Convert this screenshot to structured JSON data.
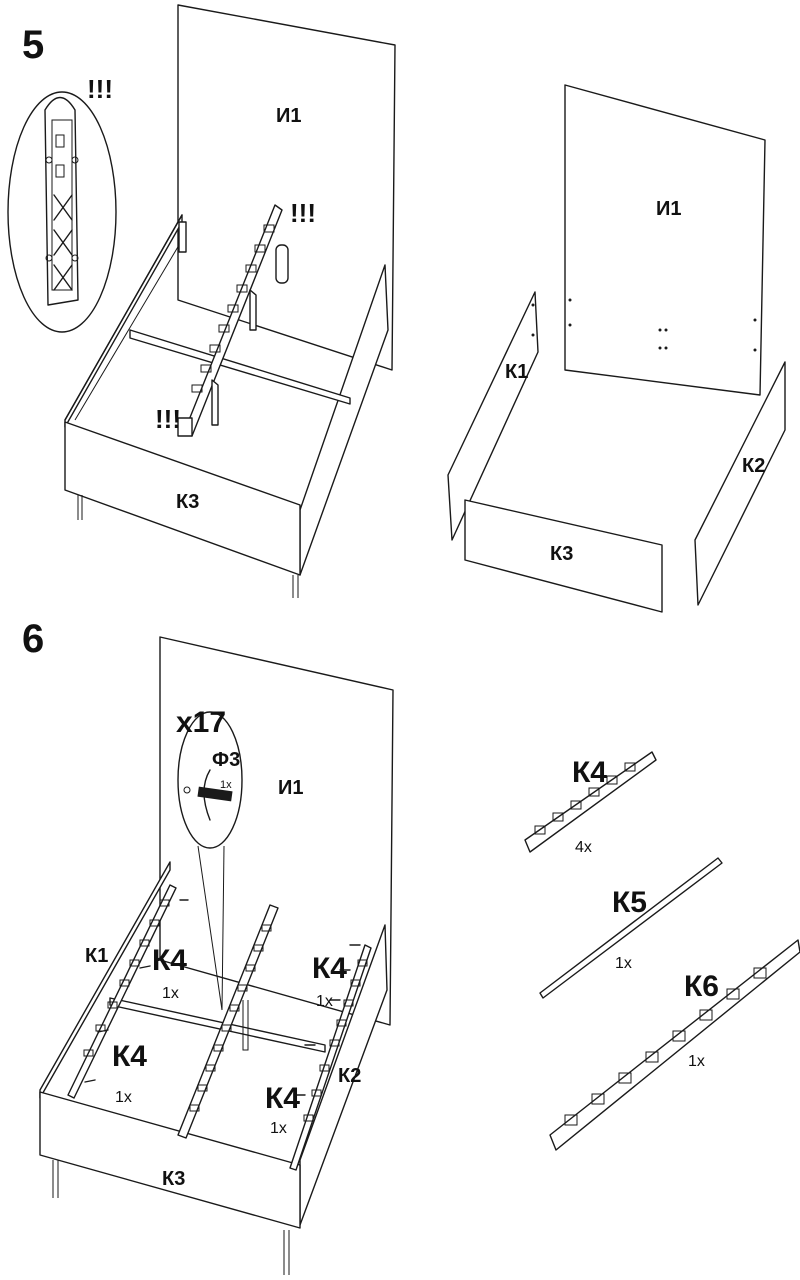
{
  "steps": [
    {
      "number": "5",
      "warnings": [
        "!!!",
        "!!!",
        "!!!"
      ],
      "left_assembly": {
        "headboard": "И1",
        "foot_panel": "К3"
      },
      "right_assembly": {
        "headboard": "И1",
        "left_side": "К1",
        "right_side": "К2",
        "foot_panel": "К3"
      }
    },
    {
      "number": "6",
      "callout": {
        "count": "x17",
        "fastener": "Ф3",
        "fastener_qty": "1x"
      },
      "assembly": {
        "headboard": "И1",
        "left_side": "К1",
        "right_side": "К2",
        "foot_panel": "К3",
        "slat_labels": [
          {
            "part": "К4",
            "qty": "1x"
          },
          {
            "part": "К4",
            "qty": "1x"
          },
          {
            "part": "К4",
            "qty": "1x"
          },
          {
            "part": "К4",
            "qty": "1x"
          }
        ]
      },
      "parts": [
        {
          "part": "К4",
          "qty": "4x"
        },
        {
          "part": "К5",
          "qty": "1x"
        },
        {
          "part": "К6",
          "qty": "1x"
        }
      ]
    }
  ]
}
